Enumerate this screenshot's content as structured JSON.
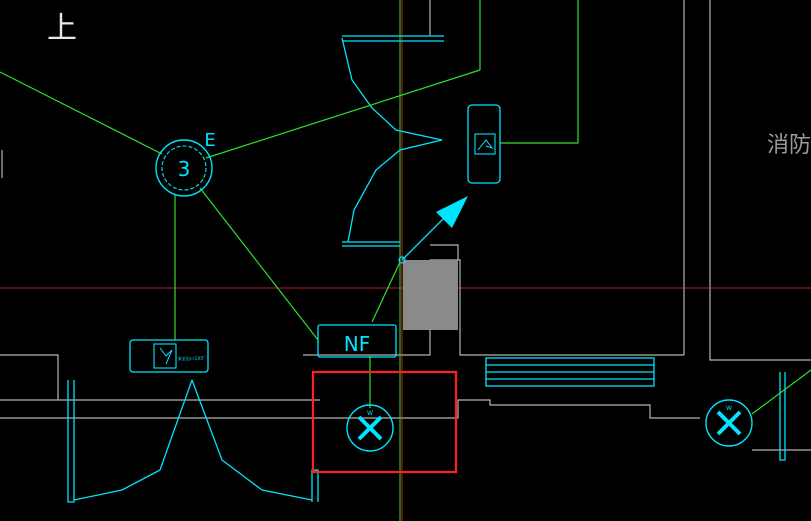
{
  "labels": {
    "stair_up": "上",
    "fire_label": "消防",
    "circuit_letter": "E",
    "circuit_number": "3",
    "nf_tag": "NF",
    "exit_sign_text": "安全出口 EXIT",
    "fixture_letter": "W"
  },
  "colors": {
    "background": "#000000",
    "wall": "#b4b4b4",
    "fixture": "#00e5ff",
    "wire": "#2ee02e",
    "axis_red": "#ff2a2a",
    "selection": "#ff2020",
    "column_fill": "#8a8a8a",
    "text_gray": "#9a9a9a",
    "text_white": "#e6e6e6"
  }
}
